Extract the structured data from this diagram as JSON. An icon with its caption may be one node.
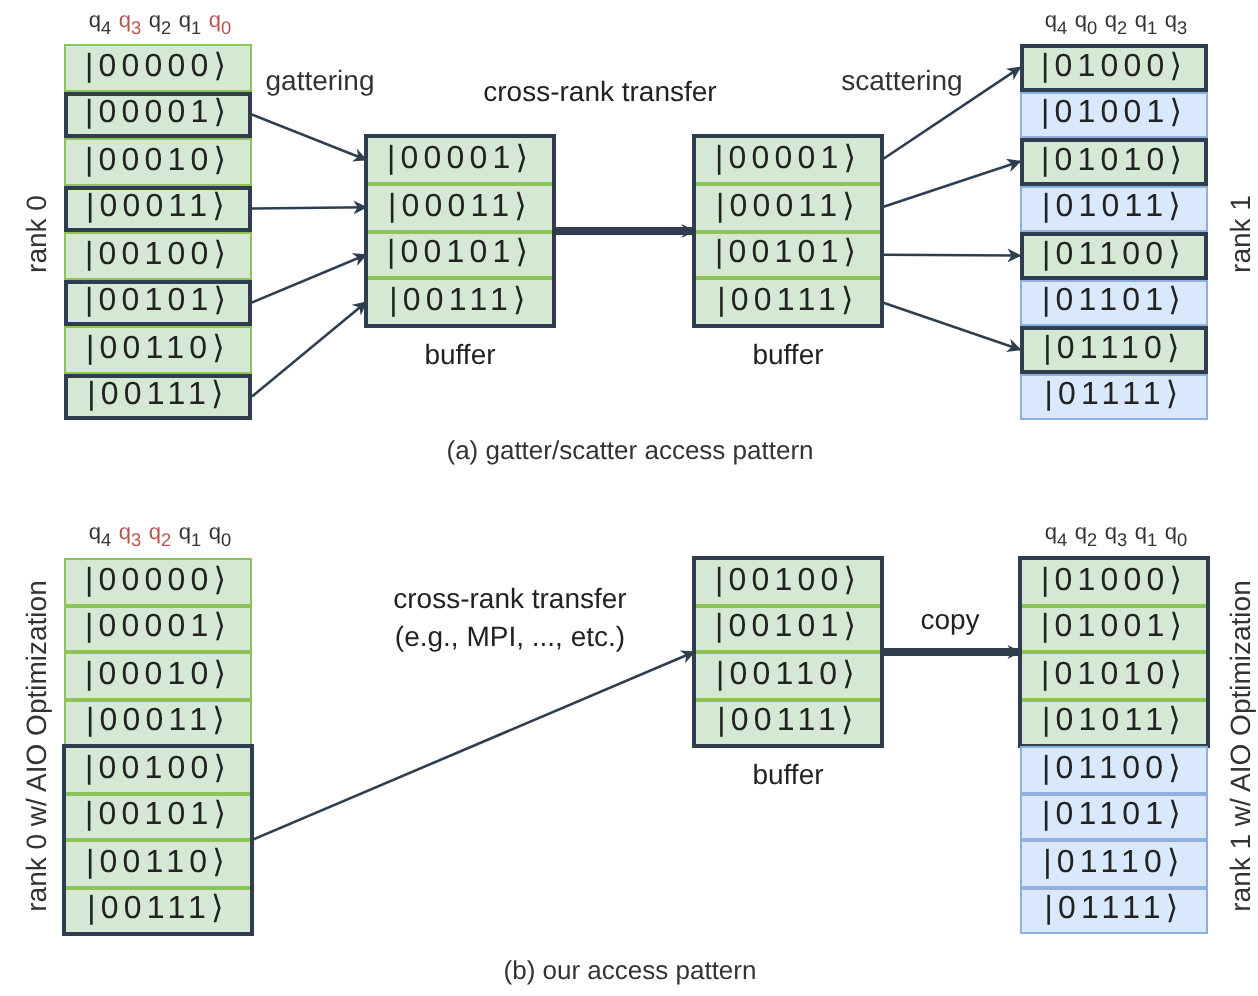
{
  "diagram": {
    "nodes": [
      {
        "text": [
          "|00000⟩"
        ]
      },
      {
        "text": [
          "|00001⟩"
        ]
      },
      {
        "text": [
          "|00010⟩"
        ]
      },
      {
        "text": [
          "|00011⟩"
        ]
      },
      {
        "text": [
          "|00100⟩"
        ]
      },
      {
        "text": [
          "|00101⟩"
        ]
      },
      {
        "text": [
          "|00110⟩"
        ]
      },
      {
        "text": [
          "|00111⟩"
        ]
      },
      {
        "text": [
          "buffer"
        ]
      },
      {
        "text": [
          "|00001⟩"
        ],
        "in": 8
      },
      {
        "text": [
          "|00011⟩"
        ],
        "in": 8
      },
      {
        "text": [
          "|00101⟩"
        ],
        "in": 8
      },
      {
        "text": [
          "|00111⟩"
        ],
        "in": 8
      },
      {
        "text": [
          "buffer"
        ]
      },
      {
        "text": [
          "|00001⟩"
        ],
        "in": 13
      },
      {
        "text": [
          "|00011⟩"
        ],
        "in": 13
      },
      {
        "text": [
          "|00101⟩"
        ],
        "in": 13
      },
      {
        "text": [
          "|00111⟩"
        ],
        "in": 13
      },
      {
        "text": [
          "|01000⟩"
        ]
      },
      {
        "text": [
          "|01001⟩"
        ]
      },
      {
        "text": [
          "|01010⟩"
        ]
      },
      {
        "text": [
          "|01011⟩"
        ]
      },
      {
        "text": [
          "|01100⟩"
        ]
      },
      {
        "text": [
          "|01101⟩"
        ]
      },
      {
        "text": [
          "|01110⟩"
        ]
      },
      {
        "text": [
          "|01111⟩"
        ]
      },
      {
        "text": [
          "|00000⟩"
        ]
      },
      {
        "text": [
          "|00001⟩"
        ]
      },
      {
        "text": [
          "|00010⟩"
        ]
      },
      {
        "text": [
          "|00011⟩"
        ]
      },
      {
        "text": [],
        "shape": "box"
      },
      {
        "text": [
          "|00100⟩"
        ],
        "in": 30
      },
      {
        "text": [
          "|00101⟩"
        ],
        "in": 30
      },
      {
        "text": [
          "|00110⟩"
        ],
        "in": 30
      },
      {
        "text": [
          "|00111⟩"
        ],
        "in": 30
      },
      {
        "text": [
          "buffer"
        ]
      },
      {
        "text": [
          "|00100⟩"
        ],
        "in": 35
      },
      {
        "text": [
          "|00101⟩"
        ],
        "in": 35
      },
      {
        "text": [
          "|00110⟩"
        ],
        "in": 35
      },
      {
        "text": [
          "|00111⟩"
        ],
        "in": 35
      },
      {
        "text": [],
        "shape": "box"
      },
      {
        "text": [
          "|01000⟩"
        ],
        "in": 40
      },
      {
        "text": [
          "|01001⟩"
        ],
        "in": 40
      },
      {
        "text": [
          "|01010⟩"
        ],
        "in": 40
      },
      {
        "text": [
          "|01011⟩"
        ],
        "in": 40
      },
      {
        "text": [
          "|01100⟩"
        ]
      },
      {
        "text": [
          "|01101⟩"
        ]
      },
      {
        "text": [
          "|01110⟩"
        ]
      },
      {
        "text": [
          "|01111⟩"
        ]
      }
    ],
    "edges": [
      {
        "from": 1,
        "to": 9,
        "arrow": "to"
      },
      {
        "from": 3,
        "to": 10,
        "arrow": "to"
      },
      {
        "from": 5,
        "to": 11,
        "arrow": "to"
      },
      {
        "from": 7,
        "to": 12,
        "arrow": "to"
      },
      {
        "from": 8,
        "to": 13,
        "arrow": "to",
        "label": "cross-rank transfer",
        "style": "thick"
      },
      {
        "from": 14,
        "to": 18,
        "arrow": "to"
      },
      {
        "from": 15,
        "to": 20,
        "arrow": "to"
      },
      {
        "from": 16,
        "to": 22,
        "arrow": "to"
      },
      {
        "from": 17,
        "to": 24,
        "arrow": "to"
      },
      {
        "from": 30,
        "to": 35,
        "arrow": "to",
        "label": "cross-rank transfer (e.g., MPI, ..., etc.)"
      },
      {
        "from": 35,
        "to": 40,
        "arrow": "to",
        "label": "copy",
        "style": "thick"
      }
    ],
    "labels": [
      "q$_{4}$",
      "q$_{3}$",
      "q$_{2}$",
      "q$_{1}$",
      "q$_{0}$",
      "q$_{4}$",
      "q$_{0}$",
      "q$_{2}$",
      "q$_{1}$",
      "q$_{3}$",
      "gattering",
      "scattering",
      "rank 0",
      "rank 1",
      "(a) gatter/scatter access pattern",
      "q$_{4}$",
      "q$_{3}$",
      "q$_{2}$",
      "q$_{1}$",
      "q$_{0}$",
      "q$_{4}$",
      "q$_{2}$",
      "q$_{3}$",
      "q$_{1}$",
      "q$_{0}$",
      "rank 0 w/ AIO Optimization",
      "rank 1 w/ AIO Optimization",
      "(b) our access pattern"
    ]
  }
}
